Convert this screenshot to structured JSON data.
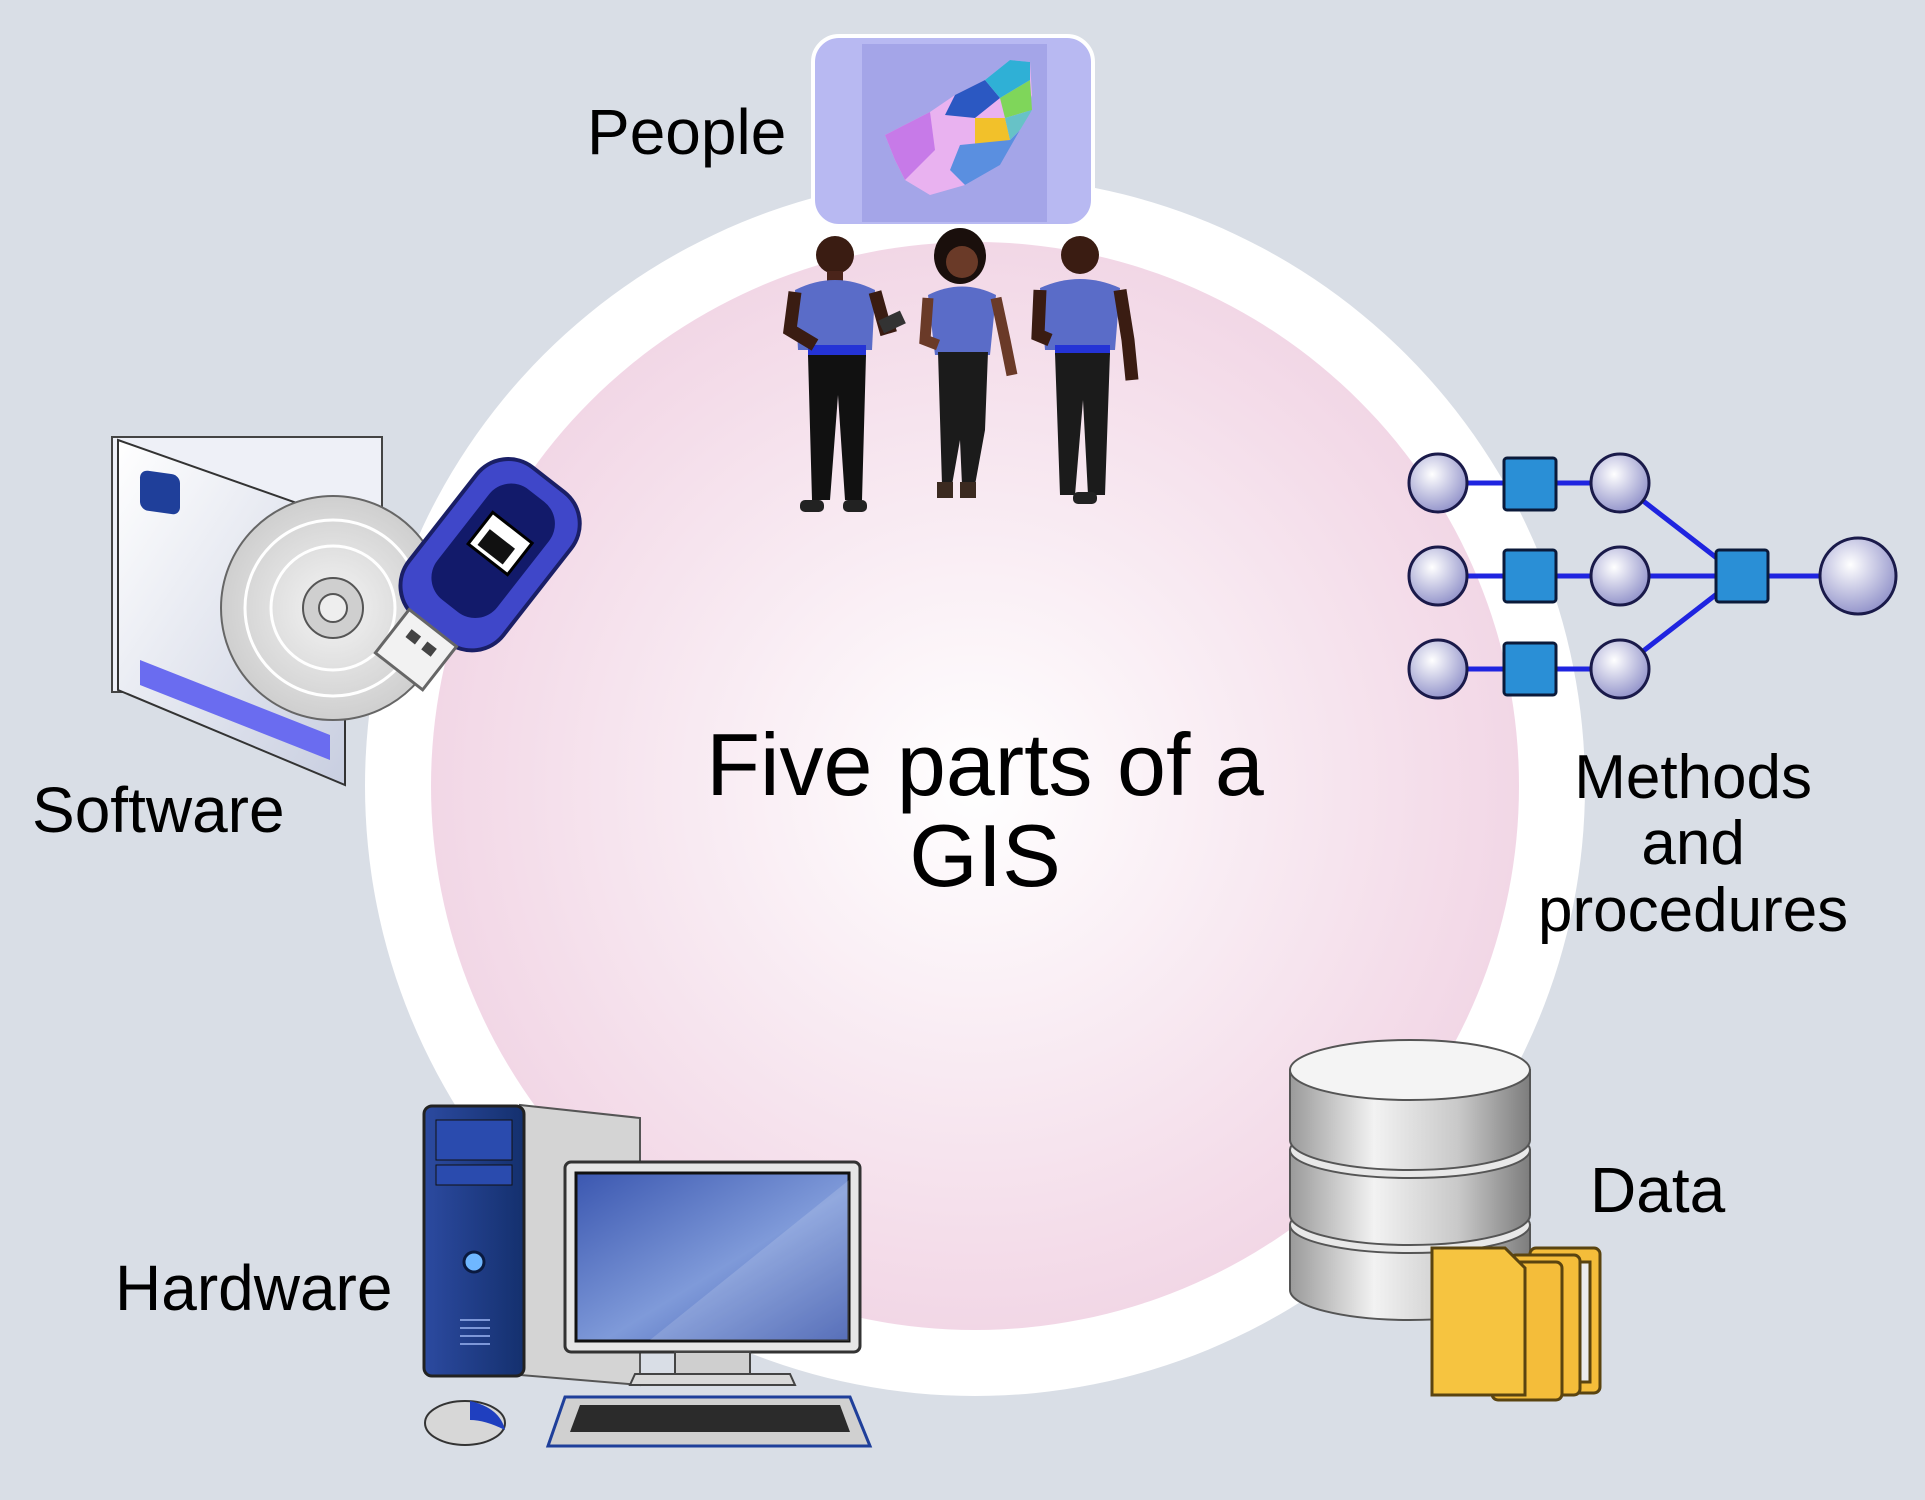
{
  "title_line1": "Five parts of a",
  "title_line2": "GIS",
  "components": {
    "people": "People",
    "software": "Software",
    "methods_line1": "Methods",
    "methods_line2": "and",
    "methods_line3": "procedures",
    "hardware": "Hardware",
    "data": "Data"
  },
  "colors": {
    "background": "#d9dee6",
    "ring": "#ffffff",
    "center": "#f3dbe9",
    "accent_blue": "#1f3f9a",
    "node_blue": "#2a8fd6",
    "folder": "#f2b632"
  }
}
